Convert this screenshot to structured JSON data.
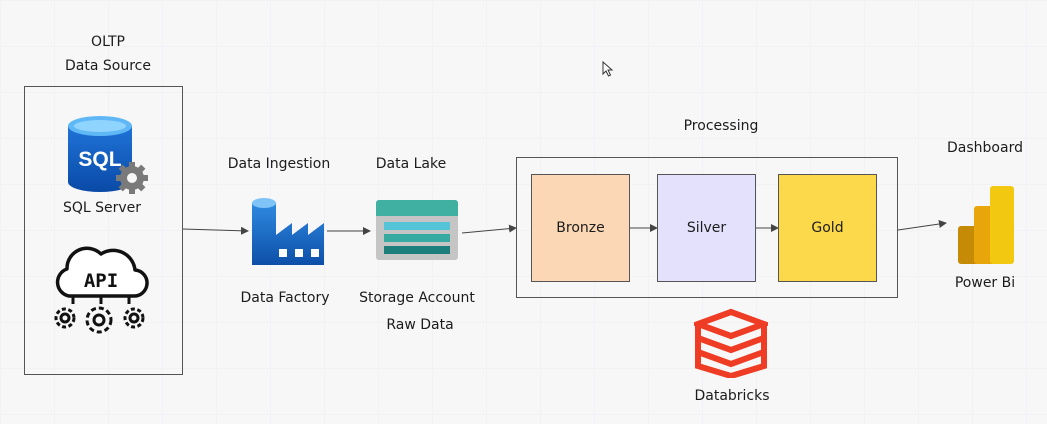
{
  "source": {
    "heading_line1": "OLTP",
    "heading_line2": "Data Source",
    "sql_icon_text": "SQL",
    "sql_label": "SQL Server",
    "api_icon_text": "API"
  },
  "ingestion": {
    "heading": "Data Ingestion",
    "label": "Data Factory"
  },
  "lake": {
    "heading": "Data Lake",
    "label_line1": "Storage Account",
    "label_line2": "Raw Data"
  },
  "processing": {
    "heading": "Processing",
    "stages": [
      {
        "label": "Bronze",
        "color": "#fbd7b5"
      },
      {
        "label": "Silver",
        "color": "#e3e1fb"
      },
      {
        "label": "Gold",
        "color": "#fcd94b"
      }
    ],
    "engine_label": "Databricks",
    "engine_color": "#ee3d24"
  },
  "dashboard": {
    "heading": "Dashboard",
    "label": "Power Bi",
    "colors": [
      "#f2c811",
      "#e8a60b",
      "#c58a06"
    ]
  }
}
